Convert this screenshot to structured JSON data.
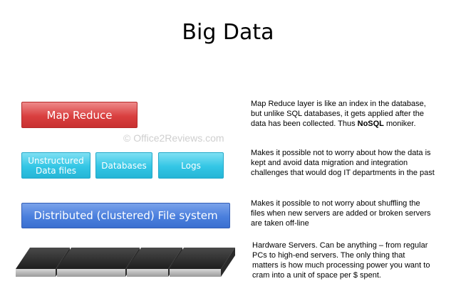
{
  "title": "Big Data",
  "watermark": "© Office2Reviews.com",
  "layers": {
    "map_reduce": "Map Reduce",
    "unstructured_line1": "Unstructured",
    "unstructured_line2": "Data files",
    "databases": "Databases",
    "logs": "Logs",
    "dfs": "Distributed (clustered) File system"
  },
  "notes": {
    "map_reduce_a": "Map Reduce layer is like an index in the database, but unlike SQL databases, it gets applied after the data has been collected.  Thus ",
    "map_reduce_bold": "NoSQL",
    "map_reduce_b": " moniker.",
    "data_sources": "Makes it possible not to worry about how the data is kept and avoid data migration and integration challenges that would dog IT departments in the past",
    "file_system": "Makes it possible to not worry about shuffling the files when new servers are added or broken servers are taken off-line",
    "hardware": "Hardware Servers.  Can be anything – from regular PCs to high-end servers.  The only thing that matters is how much processing power you want to cram into a unit of space per $ spent."
  },
  "colors": {
    "map_reduce": "#d93f3f",
    "data_sources": "#33c6e5",
    "file_system": "#4a7fdd",
    "servers": "#3a3a3a"
  }
}
